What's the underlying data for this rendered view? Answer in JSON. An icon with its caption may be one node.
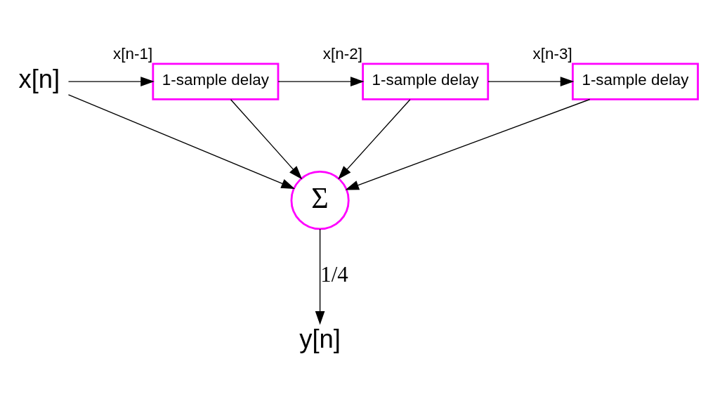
{
  "diagram": {
    "nodes": [
      {
        "text": [
          "x[n]"
        ]
      },
      {
        "text": [
          "1-sample delay"
        ],
        "beside": [
          "x[n-1]"
        ]
      },
      {
        "text": [
          "1-sample delay"
        ],
        "beside": [
          "x[n-2]"
        ]
      },
      {
        "text": [
          "1-sample delay"
        ],
        "beside": [
          "x[n-3]"
        ]
      },
      {
        "text": [
          "Σ"
        ]
      },
      {
        "text": [
          "y[n]"
        ]
      }
    ],
    "edges": [
      {
        "from": 0,
        "to": 1,
        "arrow": "to"
      },
      {
        "from": 1,
        "to": 2,
        "arrow": "to"
      },
      {
        "from": 2,
        "to": 3,
        "arrow": "to"
      },
      {
        "from": 0,
        "to": 4,
        "arrow": "to"
      },
      {
        "from": 1,
        "to": 4,
        "arrow": "to"
      },
      {
        "from": 2,
        "to": 4,
        "arrow": "to"
      },
      {
        "from": 3,
        "to": 4,
        "arrow": "to"
      },
      {
        "from": 4,
        "to": 5,
        "label": "1/4",
        "arrow": "to"
      }
    ]
  }
}
